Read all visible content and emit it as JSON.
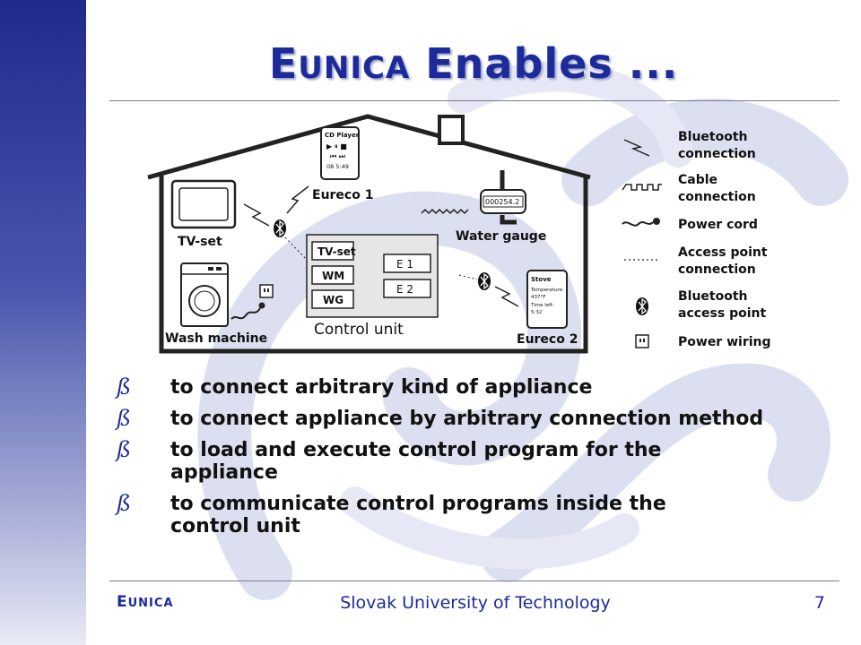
{
  "title": {
    "first_letter": "E",
    "small_caps": "UNICA",
    "rest": " Enables ..."
  },
  "diagram": {
    "tv_label": "TV-set",
    "cd_player_title": "CD Player",
    "cd_player_controls": "▶ ⏸ ■",
    "cd_player_skip": "⏮ ⏭",
    "cd_player_time": "08  5:49",
    "eureco1_label": "Eureco 1",
    "water_gauge_reading": "000254.2",
    "water_gauge_label": "Water gauge",
    "control_unit_label": "Control unit",
    "cu_slots": [
      "TV-set",
      "WM",
      "WG"
    ],
    "cu_engines": [
      "E 1",
      "E 2"
    ],
    "wash_machine_label": "Wash machine",
    "stove_title": "Stove",
    "stove_temp_label": "Temperature:",
    "stove_temp_value": "437°F",
    "stove_time_label": "Time left:",
    "stove_time_value": "5:32",
    "eureco2_label": "Eureco 2"
  },
  "legend": [
    {
      "icon": "bluetooth-connection-icon",
      "line1": "Bluetooth",
      "line2": "connection"
    },
    {
      "icon": "cable-connection-icon",
      "line1": "Cable",
      "line2": "connection"
    },
    {
      "icon": "power-cord-icon",
      "line1": "Power cord",
      "line2": ""
    },
    {
      "icon": "access-point-connection-icon",
      "line1": "Access point",
      "line2": "connection"
    },
    {
      "icon": "bluetooth-access-point-icon",
      "line1": "Bluetooth",
      "line2": "access point"
    },
    {
      "icon": "power-wiring-icon",
      "line1": "Power wiring",
      "line2": ""
    }
  ],
  "bullets": [
    {
      "mark": "ß",
      "text": "to connect arbitrary kind of appliance"
    },
    {
      "mark": "ß",
      "text": "to connect appliance by arbitrary connection method"
    },
    {
      "mark": "ß",
      "text": "to load and execute control program for the appliance"
    },
    {
      "mark": "ß",
      "text": "to communicate control programs inside the control unit"
    }
  ],
  "footer": {
    "brand_first": "E",
    "brand_rest": "UNICA",
    "center": "Slovak University of Technology",
    "page": "7"
  },
  "colors": {
    "accent": "#1c2a9a",
    "sidebar_top": "#1f2a8c",
    "watermark": "#d8dbef"
  }
}
